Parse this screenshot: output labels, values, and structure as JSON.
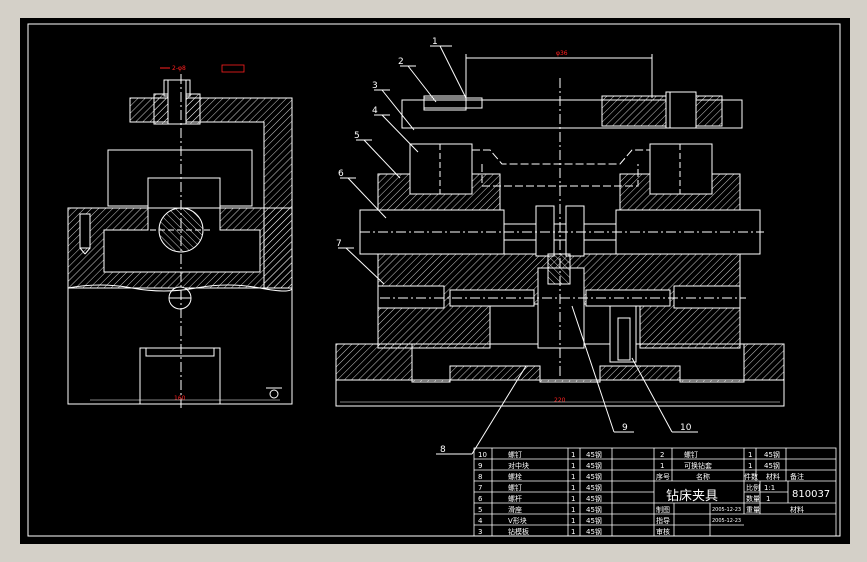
{
  "drawing": {
    "title_cn": "钻床夹具",
    "drawing_no": "810037",
    "scale_label": "比例",
    "scale_value": "1:1",
    "quantity_label": "数量",
    "quantity_value": "1",
    "material_label": "材料",
    "weight_label": "重量",
    "date_1": "2005-12-23",
    "date_2": "2005-12-23",
    "role_drawn": "制图",
    "role_checked": "指导",
    "role_approved": "审核",
    "header_seq": "序号",
    "header_name": "名称",
    "header_count": "件数",
    "header_material": "材料",
    "header_note": "备注"
  },
  "parts_right": [
    {
      "no": "2",
      "name": "螺钉",
      "qty": "1",
      "mat": "45钢"
    },
    {
      "no": "1",
      "name": "可换钻套",
      "qty": "1",
      "mat": "45钢"
    }
  ],
  "parts_left": [
    {
      "no": "10",
      "name": "螺钉",
      "qty": "1",
      "mat": "45钢"
    },
    {
      "no": "9",
      "name": "对中块",
      "qty": "1",
      "mat": "45钢"
    },
    {
      "no": "8",
      "name": "螺栓",
      "qty": "1",
      "mat": "45钢"
    },
    {
      "no": "7",
      "name": "螺钉",
      "qty": "1",
      "mat": "45钢"
    },
    {
      "no": "6",
      "name": "螺杆",
      "qty": "1",
      "mat": "45钢"
    },
    {
      "no": "5",
      "name": "滑座",
      "qty": "1",
      "mat": "45钢"
    },
    {
      "no": "4",
      "name": "V形块",
      "qty": "1",
      "mat": "45钢"
    },
    {
      "no": "3",
      "name": "钻模板",
      "qty": "1",
      "mat": "45钢"
    }
  ],
  "balloons": [
    "1",
    "2",
    "3",
    "4",
    "5",
    "6",
    "7",
    "8",
    "9",
    "10"
  ],
  "dims": {
    "top_width": "φ36",
    "left_bottom": "160",
    "right_bottom": "220",
    "tol_left": "2-φ8",
    "tol_frame": "▯▯▯▯"
  },
  "colors": {
    "background": "#000000",
    "lines": "#ffffff",
    "dims": "#ff2020",
    "centerline": "#ffffff"
  }
}
